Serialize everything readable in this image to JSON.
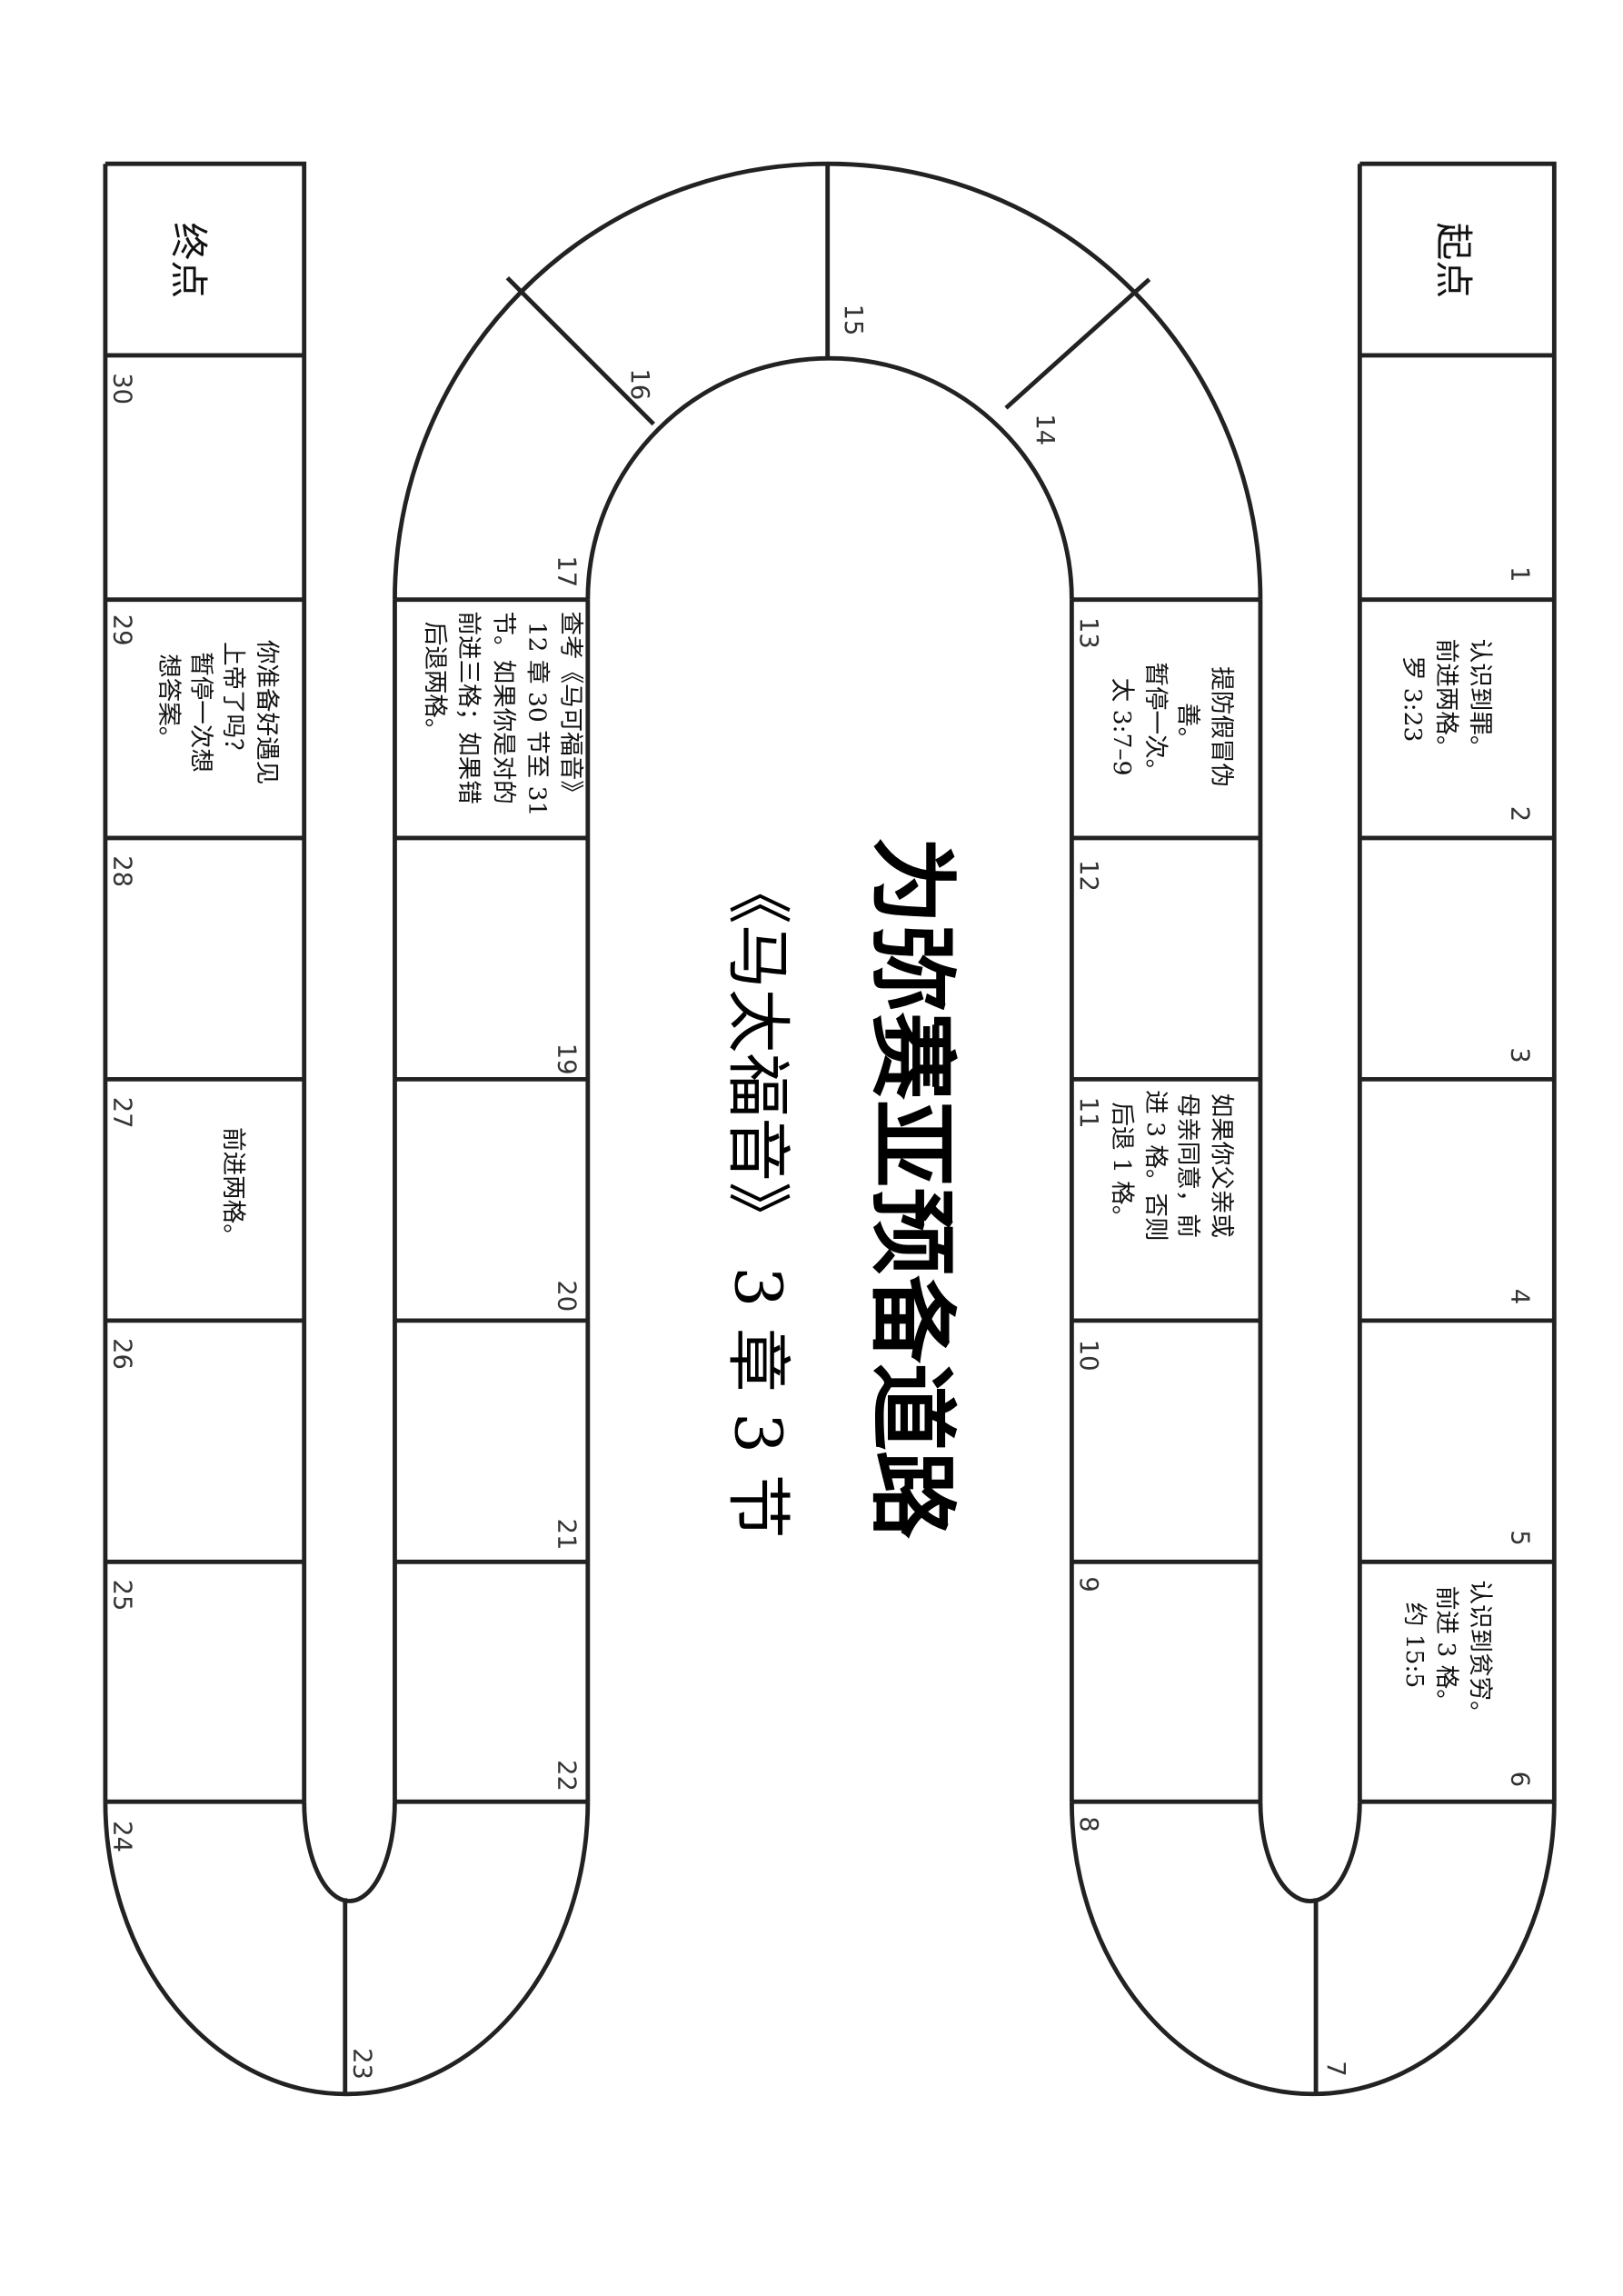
{
  "title": "为弥赛亚预备道路",
  "subtitle": "《马太福音》 3 章 3 节",
  "start_label": "起点",
  "end_label": "终点",
  "numbers": {
    "n1": "1",
    "n2": "2",
    "n3": "3",
    "n4": "4",
    "n5": "5",
    "n6": "6",
    "n7": "7",
    "n8": "8",
    "n9": "9",
    "n10": "10",
    "n11": "11",
    "n12": "12",
    "n13": "13",
    "n14": "14",
    "n15": "15",
    "n16": "16",
    "n17": "17",
    "n19": "19",
    "n20": "20",
    "n21": "21",
    "n22": "22",
    "n23": "23",
    "n24": "24",
    "n25": "25",
    "n26": "26",
    "n27": "27",
    "n28": "28",
    "n29": "29",
    "n30": "30"
  },
  "instructions": {
    "sq2": [
      "认识到罪。",
      "前进两格。",
      "罗 3:23"
    ],
    "sq6": [
      "认识到贫穷。",
      "前进 3 格。",
      "约 15:5"
    ],
    "sq11": [
      "如果你父亲或",
      "母亲同意，前",
      "进 3 格。否则",
      "后退 1 格。"
    ],
    "sq13": [
      "提防假冒伪",
      "善。",
      "暂停一次。",
      "太 3:7–9"
    ],
    "sq18": [
      "查考《马可福音》",
      "12 章 30 节至 31",
      "节。如果你是对的",
      "前进三格；如果错",
      "后退两格。"
    ],
    "sq27": [
      "前进两格。"
    ],
    "sq29": [
      "你准备好遇见",
      "上帝了吗？",
      "暂停一次想",
      "想答案。"
    ]
  }
}
